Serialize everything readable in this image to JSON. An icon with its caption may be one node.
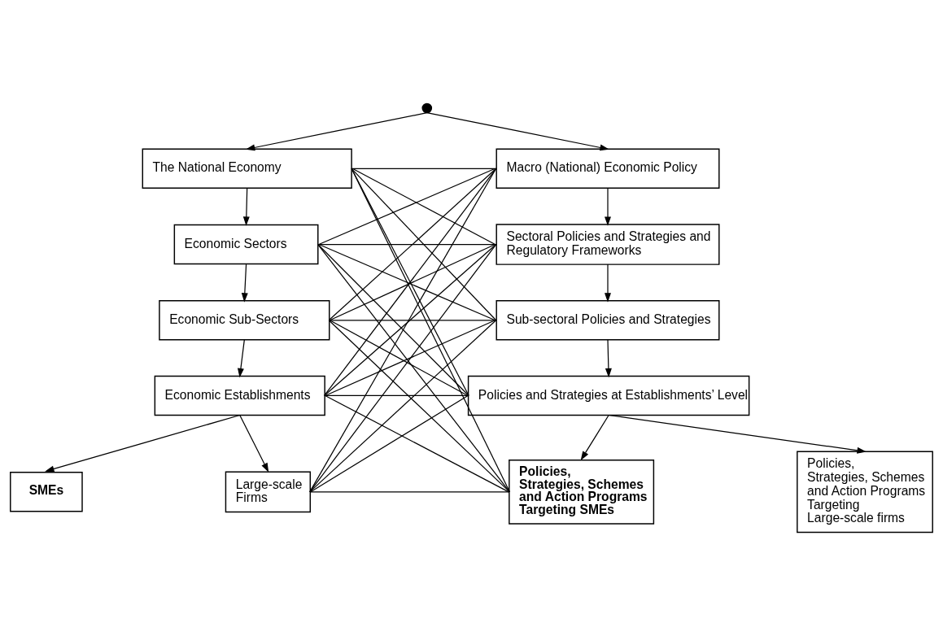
{
  "diagram": {
    "nodes": [
      {
        "text": [],
        "shape": "circle"
      },
      {
        "text": [
          "The National Economy"
        ]
      },
      {
        "text": [
          "Macro (National) Economic Policy"
        ]
      },
      {
        "text": [
          "Economic Sectors"
        ]
      },
      {
        "text": [
          "Sectoral Policies and Strategies and Regulatory Frameworks"
        ]
      },
      {
        "text": [
          "Economic Sub-Sectors"
        ]
      },
      {
        "text": [
          "Sub-sectoral Policies and Strategies"
        ]
      },
      {
        "text": [
          "Economic Establishments"
        ]
      },
      {
        "text": [
          "Policies and Strategies at Establishments’ Level"
        ]
      },
      {
        "text": [
          "SMEs"
        ]
      },
      {
        "text": [
          "Large-scale Firms"
        ]
      },
      {
        "text": [
          "Policies, Strategies, Schemes and Action Programs Targeting SMEs"
        ]
      },
      {
        "text": [
          "Policies, Strategies, Schemes and Action Programs Targeting Large-scale firms"
        ]
      }
    ],
    "edges": [
      {
        "from": 0,
        "to": 1,
        "arrow": "to"
      },
      {
        "from": 0,
        "to": 2,
        "arrow": "to"
      },
      {
        "from": 1,
        "to": 3,
        "arrow": "to"
      },
      {
        "from": 3,
        "to": 5,
        "arrow": "to"
      },
      {
        "from": 5,
        "to": 7,
        "arrow": "to"
      },
      {
        "from": 7,
        "to": 9,
        "arrow": "to"
      },
      {
        "from": 7,
        "to": 10,
        "arrow": "to"
      },
      {
        "from": 2,
        "to": 4,
        "arrow": "to"
      },
      {
        "from": 4,
        "to": 6,
        "arrow": "to"
      },
      {
        "from": 6,
        "to": 8,
        "arrow": "to"
      },
      {
        "from": 8,
        "to": 11,
        "arrow": "to"
      },
      {
        "from": 8,
        "to": 12,
        "arrow": "to"
      },
      {
        "from": 1,
        "to": 2,
        "arrow": "none"
      },
      {
        "from": 1,
        "to": 4,
        "arrow": "none"
      },
      {
        "from": 1,
        "to": 6,
        "arrow": "none"
      },
      {
        "from": 1,
        "to": 8,
        "arrow": "none"
      },
      {
        "from": 1,
        "to": 11,
        "arrow": "none"
      },
      {
        "from": 3,
        "to": 2,
        "arrow": "none"
      },
      {
        "from": 3,
        "to": 4,
        "arrow": "none"
      },
      {
        "from": 3,
        "to": 6,
        "arrow": "none"
      },
      {
        "from": 3,
        "to": 8,
        "arrow": "none"
      },
      {
        "from": 3,
        "to": 11,
        "arrow": "none"
      },
      {
        "from": 5,
        "to": 2,
        "arrow": "none"
      },
      {
        "from": 5,
        "to": 4,
        "arrow": "none"
      },
      {
        "from": 5,
        "to": 6,
        "arrow": "none"
      },
      {
        "from": 5,
        "to": 8,
        "arrow": "none"
      },
      {
        "from": 5,
        "to": 11,
        "arrow": "none"
      },
      {
        "from": 7,
        "to": 2,
        "arrow": "none"
      },
      {
        "from": 7,
        "to": 4,
        "arrow": "none"
      },
      {
        "from": 7,
        "to": 6,
        "arrow": "none"
      },
      {
        "from": 7,
        "to": 8,
        "arrow": "none"
      },
      {
        "from": 7,
        "to": 11,
        "arrow": "none"
      },
      {
        "from": 10,
        "to": 2,
        "arrow": "none"
      },
      {
        "from": 10,
        "to": 4,
        "arrow": "none"
      },
      {
        "from": 10,
        "to": 6,
        "arrow": "none"
      },
      {
        "from": 10,
        "to": 8,
        "arrow": "none"
      },
      {
        "from": 10,
        "to": 11,
        "arrow": "none"
      }
    ]
  }
}
